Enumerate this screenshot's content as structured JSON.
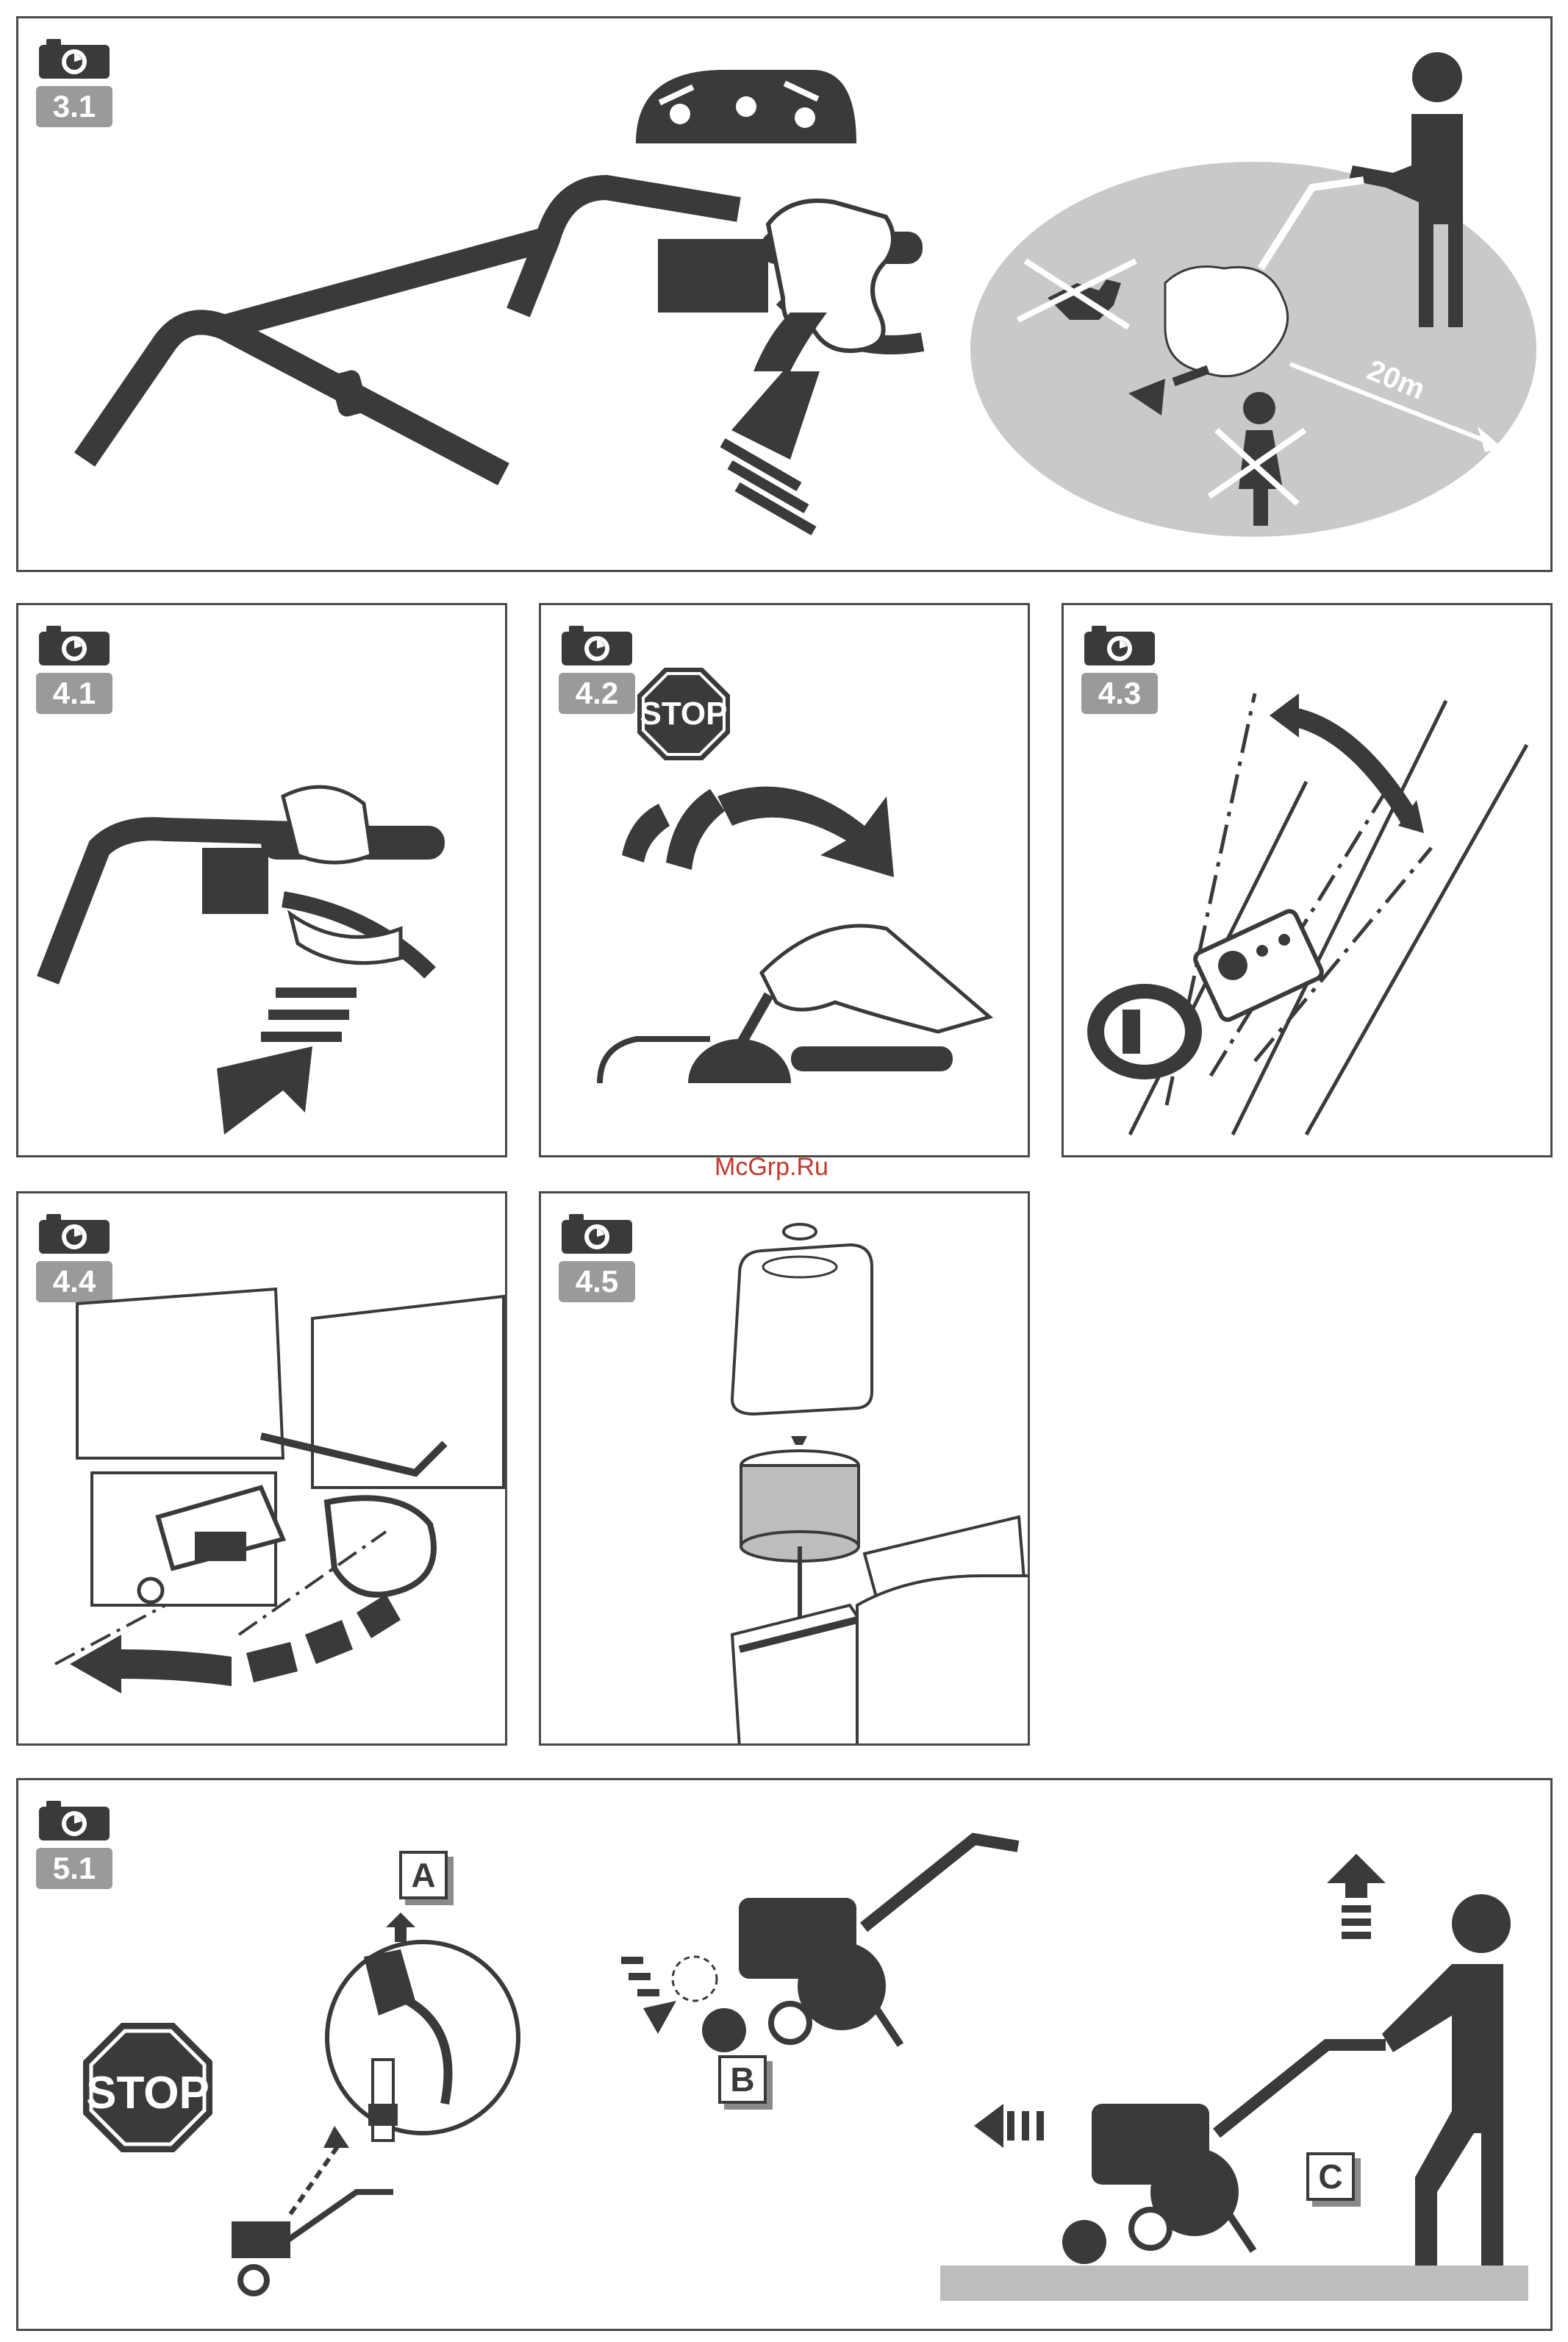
{
  "panels": {
    "p31": {
      "number": "3.1",
      "distance_label": "20m"
    },
    "p41": {
      "number": "4.1"
    },
    "p42": {
      "number": "4.2",
      "sign": "STOP"
    },
    "p43": {
      "number": "4.3"
    },
    "p44": {
      "number": "4.4"
    },
    "p45": {
      "number": "4.5"
    },
    "p51": {
      "number": "5.1",
      "sign": "STOP",
      "label_a": "A",
      "label_b": "B",
      "label_c": "C"
    }
  },
  "watermark": "McGrp.Ru",
  "icons": [
    "camera-icon",
    "stop-sign-icon",
    "arrow-icon",
    "tiller-icon",
    "person-icon",
    "spark-plug-icon",
    "air-filter-icon"
  ],
  "colors": {
    "ink": "#3a3a3a",
    "badge": "#9a9a9a",
    "zone": "#c9c9c9",
    "ground": "#bdbdbd"
  }
}
